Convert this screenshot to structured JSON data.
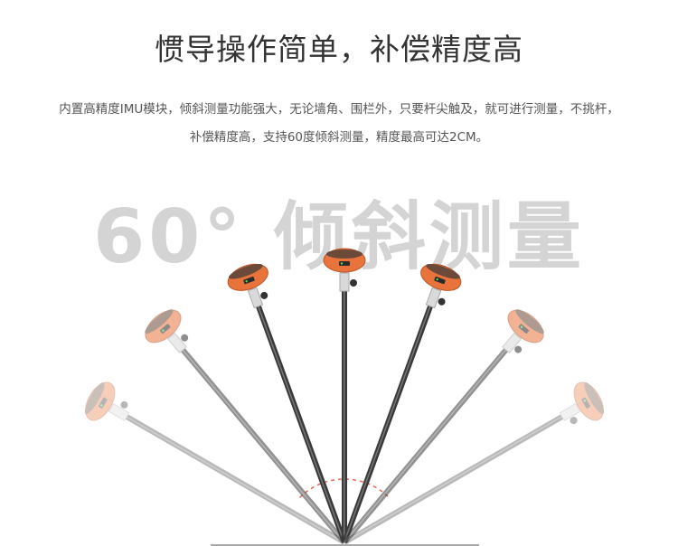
{
  "headline": "惯导操作简单，补偿精度高",
  "description": {
    "line1": "内置高精度IMU模块，倾斜测量功能强大，无论墙角、围栏外，只要杆尖触及，就可进行测量，不挑杆，",
    "line2": "补偿精度高，支持60度倾斜测量，精度最高可达2CM。"
  },
  "big_text": "60° 倾斜测量",
  "illustration": {
    "tilt_angles_deg": [
      -60,
      -40,
      -20,
      0,
      20,
      40,
      60
    ],
    "pole_opacities": [
      0.35,
      0.55,
      1.0,
      1.0,
      1.0,
      0.55,
      0.35
    ],
    "receiver_color": "#e8743c",
    "arc_color": "#e26a55",
    "ground_color": "#aaaaaa"
  }
}
